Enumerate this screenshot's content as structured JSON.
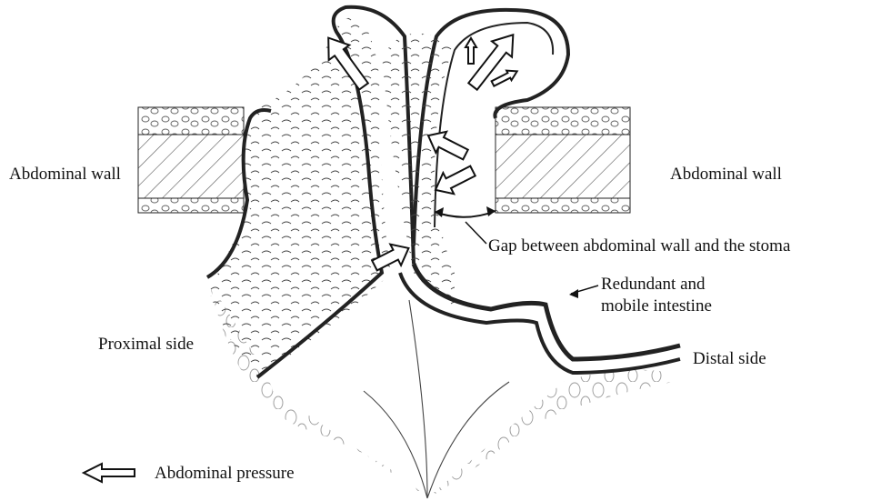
{
  "labels": {
    "abdominal_wall_left": "Abdominal wall",
    "abdominal_wall_right": "Abdominal wall",
    "gap": "Gap between abdominal wall and the stoma",
    "redundant_line1": "Redundant and",
    "redundant_line2": "mobile intestine",
    "proximal": "Proximal side",
    "distal": "Distal side"
  },
  "legend": {
    "label": "Abdominal pressure",
    "icon": "hollow-arrow-left-icon"
  },
  "colors": {
    "ink": "#111111",
    "wall_outline": "#222222",
    "hatch": "#555555",
    "fat_texture": "#777777",
    "background": "#ffffff"
  }
}
